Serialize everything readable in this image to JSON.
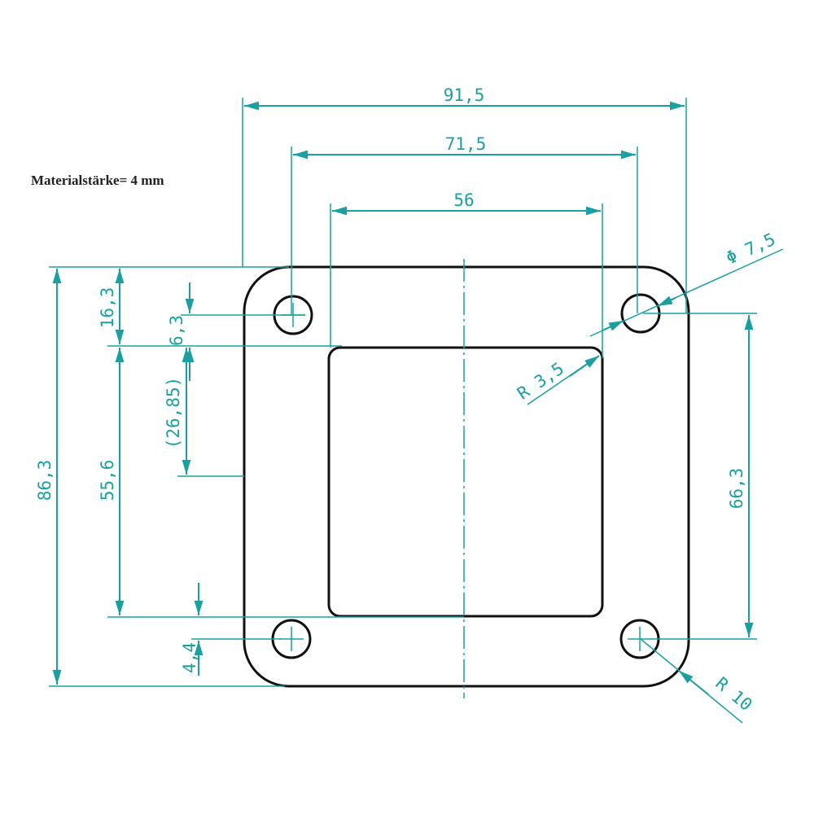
{
  "note": "Materialstärke= 4 mm",
  "colors": {
    "dimension": "#1aa0a0",
    "part": "#111111"
  },
  "dimensions": {
    "overall_width": "91,5",
    "hole_spacing_x": "71,5",
    "window_width": "56",
    "overall_height": "86,3",
    "top_to_window": "16,3",
    "window_height": "55,6",
    "hole_to_window": "6,3",
    "reference": "(26,85)",
    "bottom_offset": "4,4",
    "hole_spacing_y": "66,3",
    "hole_diameter": "Φ 7,5",
    "window_radius": "R 3,5",
    "corner_radius": "R 10"
  }
}
